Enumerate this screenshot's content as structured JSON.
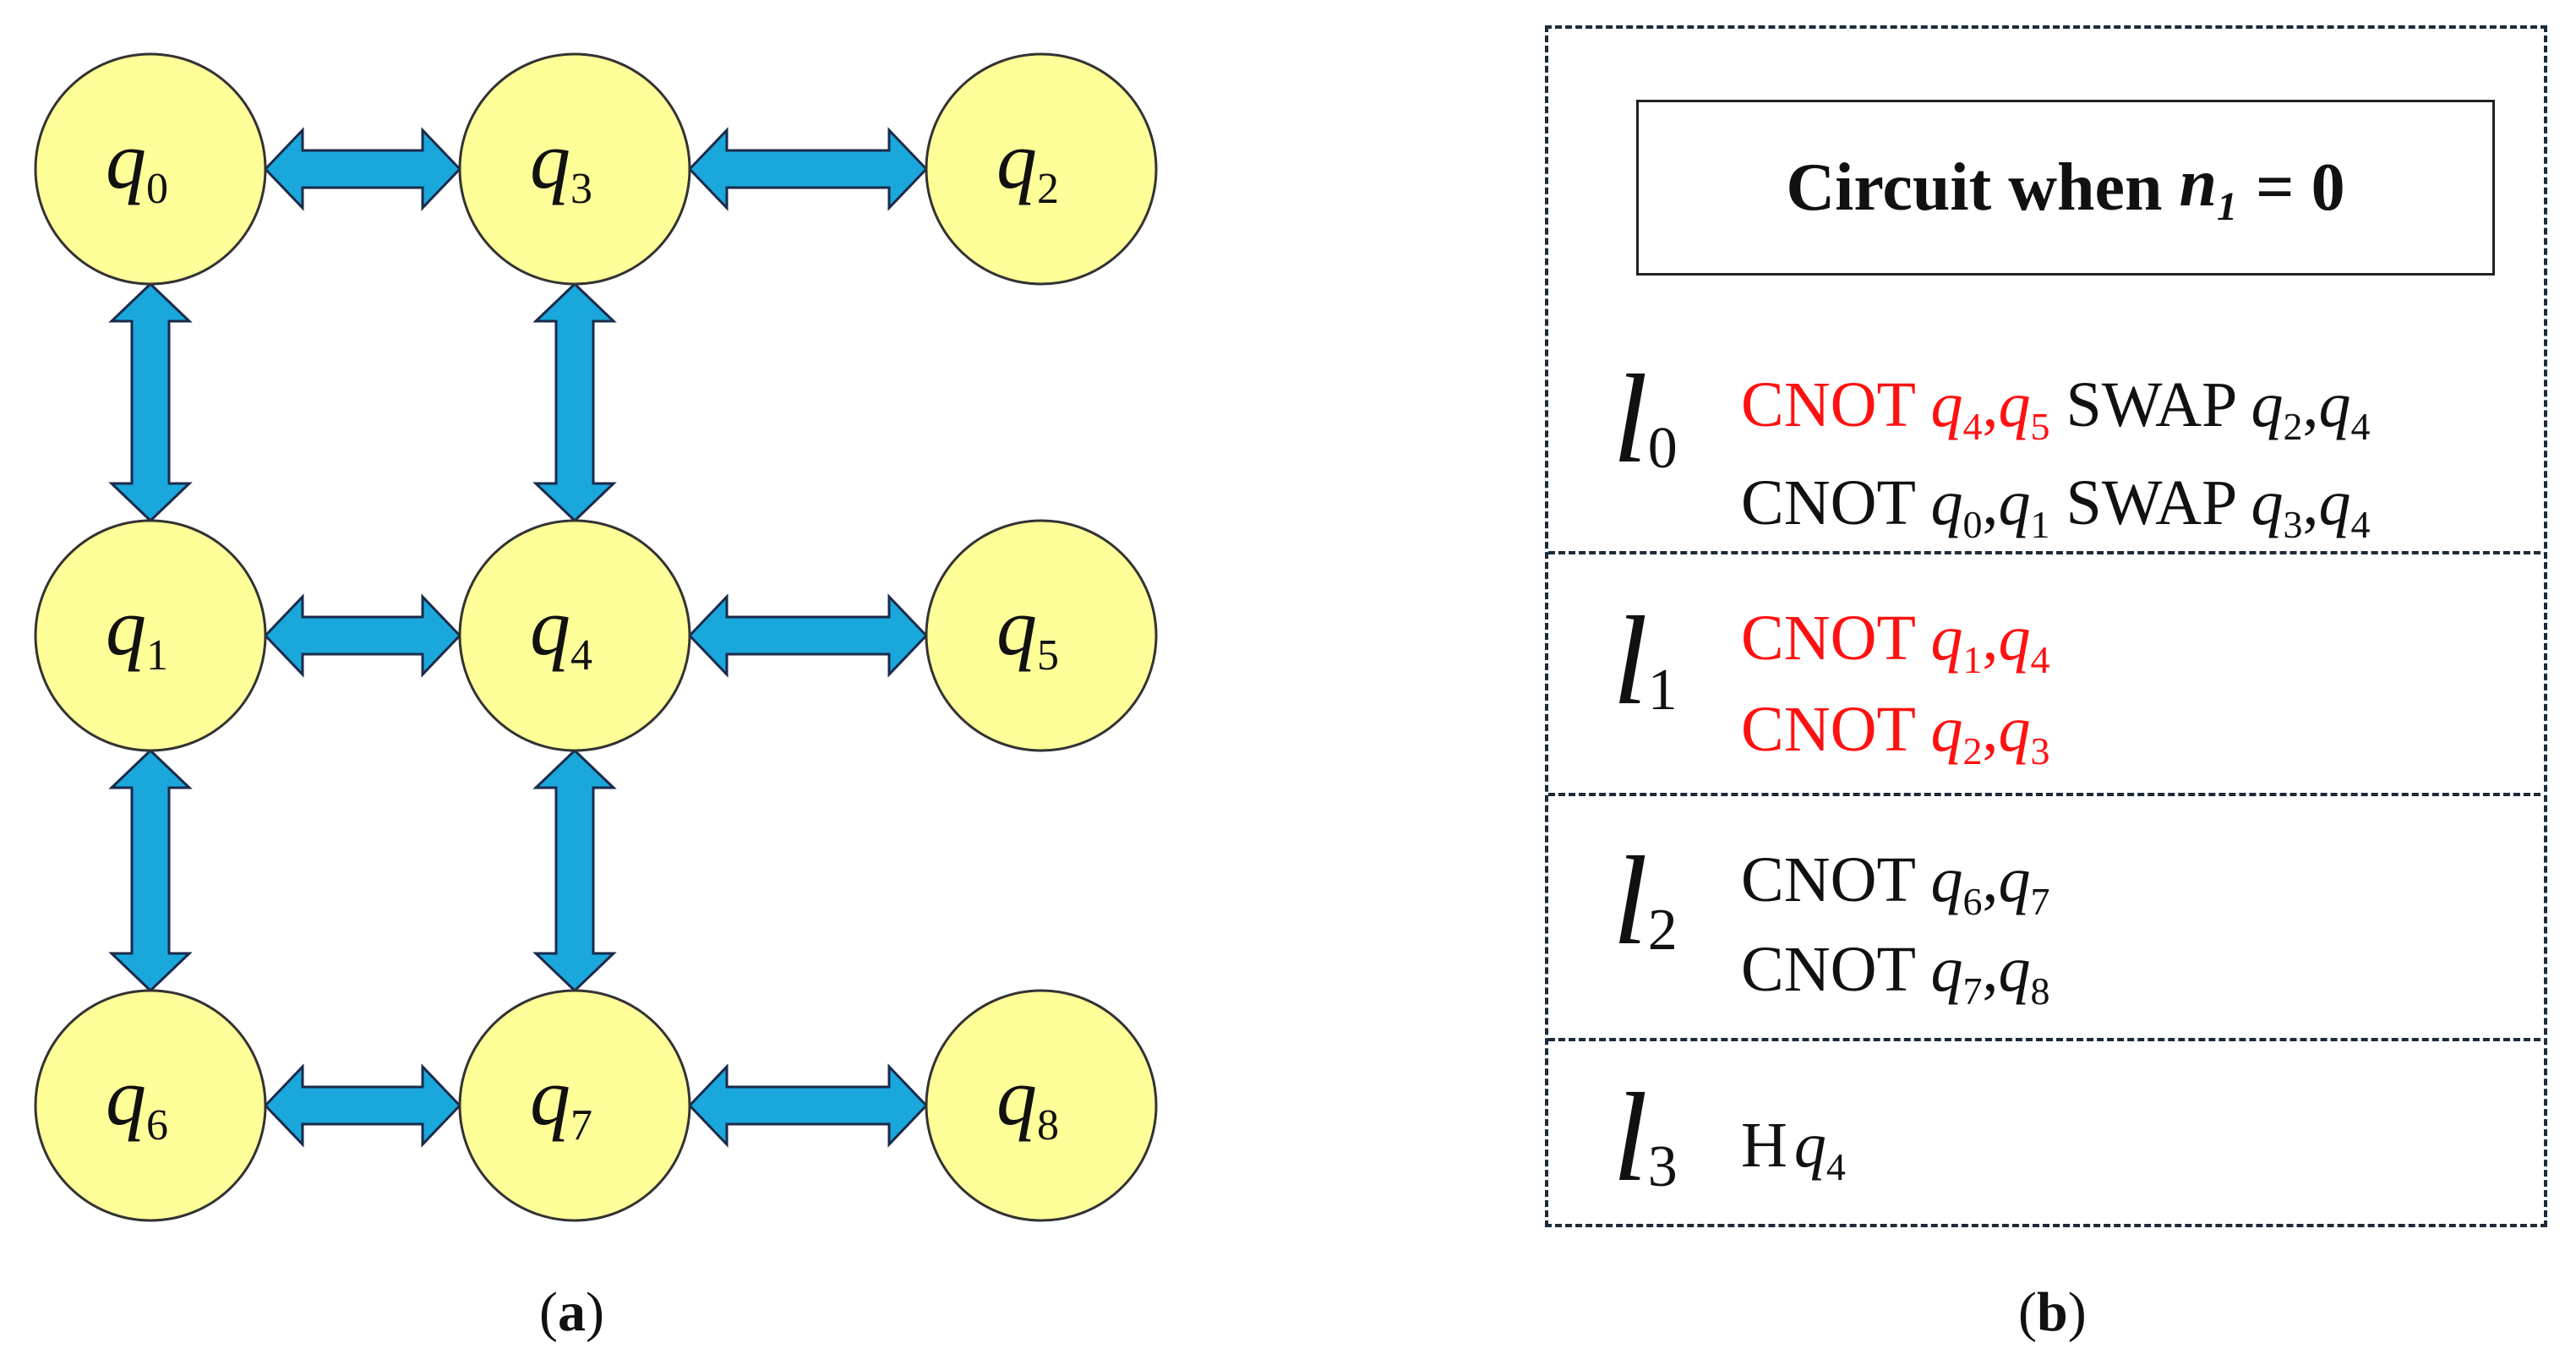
{
  "panel_a": {
    "nodes": [
      {
        "id": "q0",
        "base": "q",
        "sub": "0"
      },
      {
        "id": "q3",
        "base": "q",
        "sub": "3"
      },
      {
        "id": "q2",
        "base": "q",
        "sub": "2"
      },
      {
        "id": "q1",
        "base": "q",
        "sub": "1"
      },
      {
        "id": "q4",
        "base": "q",
        "sub": "4"
      },
      {
        "id": "q5",
        "base": "q",
        "sub": "5"
      },
      {
        "id": "q6",
        "base": "q",
        "sub": "6"
      },
      {
        "id": "q7",
        "base": "q",
        "sub": "7"
      },
      {
        "id": "q8",
        "base": "q",
        "sub": "8"
      }
    ],
    "edges": [
      [
        "q0",
        "q3"
      ],
      [
        "q3",
        "q2"
      ],
      [
        "q1",
        "q4"
      ],
      [
        "q4",
        "q5"
      ],
      [
        "q6",
        "q7"
      ],
      [
        "q7",
        "q8"
      ],
      [
        "q0",
        "q1"
      ],
      [
        "q1",
        "q6"
      ],
      [
        "q3",
        "q4"
      ],
      [
        "q4",
        "q7"
      ]
    ],
    "colors": {
      "node_fill": "#ffff99",
      "node_stroke": "#333333",
      "arrow_fill": "#1aa7dc",
      "arrow_stroke": "#1a2a4a"
    },
    "caption": {
      "open": "(",
      "letter": "a",
      "close": ")"
    }
  },
  "panel_b": {
    "title": {
      "text": "Circuit when",
      "n_base": "n",
      "n_sub": "1",
      "equals": "= 0"
    },
    "layers": [
      {
        "name": "l",
        "sub": "0",
        "gates": [
          {
            "text": "CNOT",
            "q1b": "q",
            "q1s": "4",
            "comma": ",",
            "q2b": "q",
            "q2s": "5",
            "color": "red",
            "extra": {
              "text": "SWAP",
              "q1b": "q",
              "q1s": "2",
              "q2b": "q",
              "q2s": "4"
            }
          },
          {
            "text": "CNOT",
            "q1b": "q",
            "q1s": "0",
            "comma": ",",
            "q2b": "q",
            "q2s": "1",
            "color": "black",
            "extra": {
              "text": "SWAP",
              "q1b": "q",
              "q1s": "3",
              "q2b": "q",
              "q2s": "4"
            }
          }
        ]
      },
      {
        "name": "l",
        "sub": "1",
        "gates": [
          {
            "text": "CNOT",
            "q1b": "q",
            "q1s": "1",
            "comma": ",",
            "q2b": "q",
            "q2s": "4",
            "color": "red"
          },
          {
            "text": "CNOT",
            "q1b": "q",
            "q1s": "2",
            "comma": ",",
            "q2b": "q",
            "q2s": "3",
            "color": "red"
          }
        ]
      },
      {
        "name": "l",
        "sub": "2",
        "gates": [
          {
            "text": "CNOT",
            "q1b": "q",
            "q1s": "6",
            "comma": ",",
            "q2b": "q",
            "q2s": "7",
            "color": "black"
          },
          {
            "text": "CNOT",
            "q1b": "q",
            "q1s": "7",
            "comma": ",",
            "q2b": "q",
            "q2s": "8",
            "color": "black"
          }
        ]
      },
      {
        "name": "l",
        "sub": "3",
        "gates": [
          {
            "text": "H",
            "q1b": "q",
            "q1s": "4",
            "color": "black"
          }
        ]
      }
    ],
    "colors": {
      "red": "#ff1111",
      "dash": "#1c2b3a"
    },
    "caption": {
      "open": "(",
      "letter": "b",
      "close": ")"
    }
  }
}
